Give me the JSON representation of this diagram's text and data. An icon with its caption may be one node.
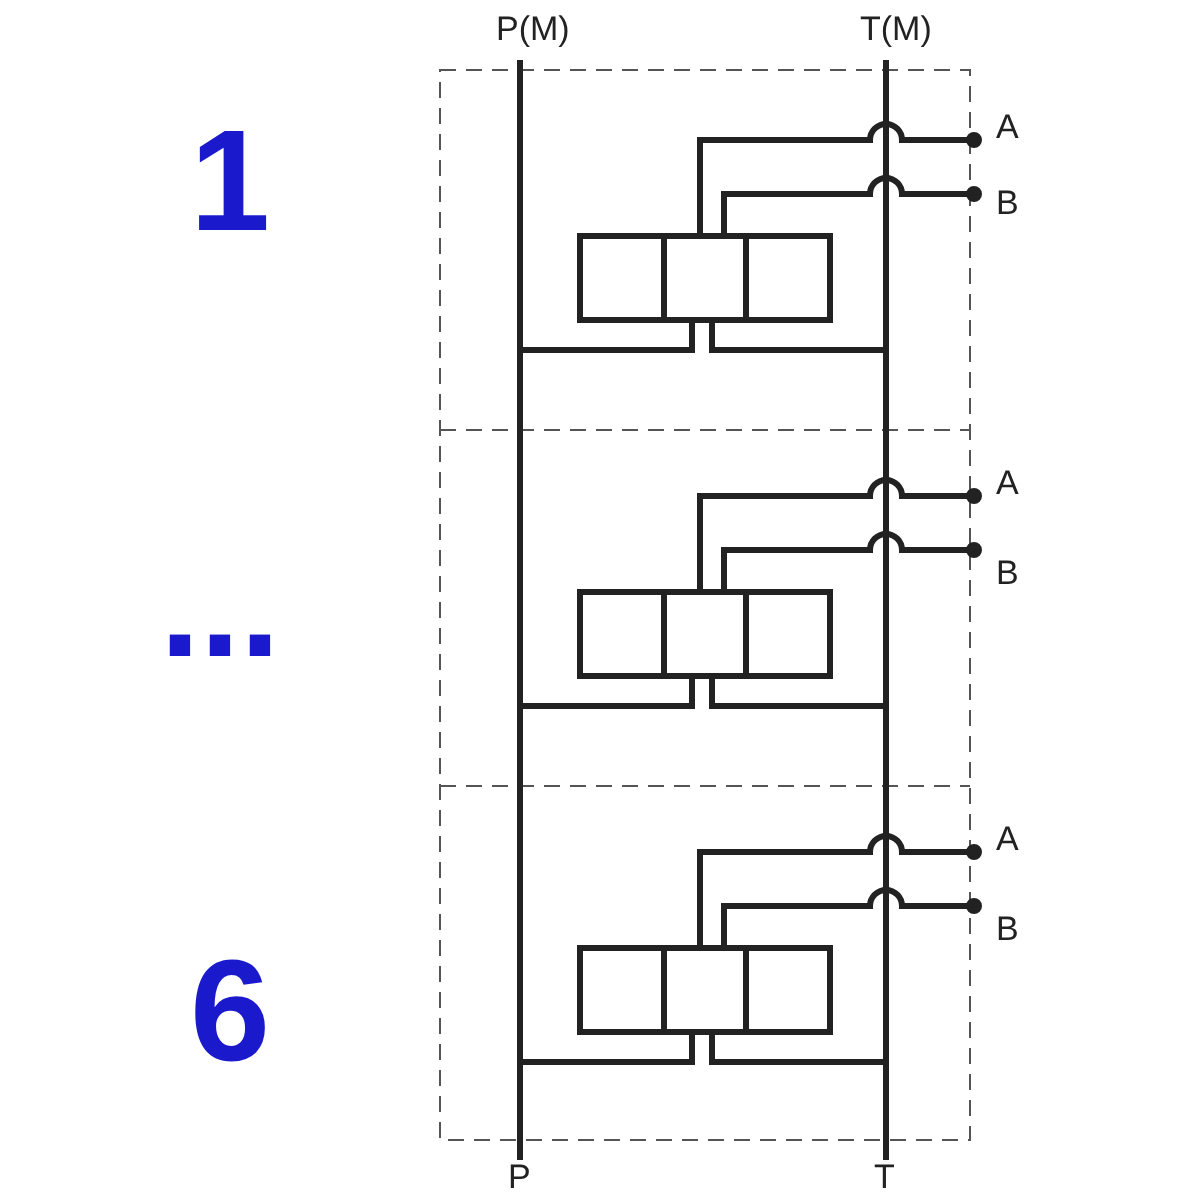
{
  "diagram": {
    "labels": [
      "P(M)",
      "T(M)",
      "1",
      "A",
      "B",
      "A",
      "B",
      "...",
      "A",
      "B",
      "6",
      "P",
      "T"
    ]
  }
}
